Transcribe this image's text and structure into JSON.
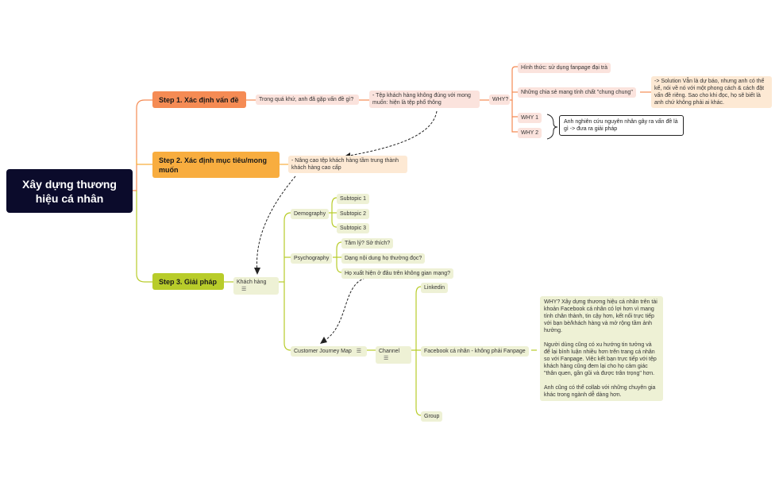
{
  "root": {
    "title": "Xây dựng thương hiệu cá nhân"
  },
  "step1": {
    "label": "Step 1. Xác định vấn đề",
    "question": "Trong quá khứ, anh đã gặp vấn đề gì?",
    "answer": "- Tệp khách hàng không đúng với mong muốn: hiện là tệp phổ thông",
    "why": "WHY?",
    "reasons": [
      "Hình thức: sử dụng fanpage đại trà",
      "Những chia sẻ mang tính chất \"chung chung\"",
      "WHY 1",
      "WHY 2"
    ],
    "solution": "-> Solution Vẫn là dự báo, nhưng anh có thể kể, nói về nó với một phong cách & cách đặt vấn đề riêng. Sao cho khi đọc, họ sẽ biết là anh chứ không phải ai khác.",
    "why_note": "Anh nghiên cứu nguyên nhân gây ra vấn đề là gì -> đưa ra giải pháp"
  },
  "step2": {
    "label": "Step 2. Xác định mục tiêu/mong muốn",
    "goal": "- Nâng cao tệp khách hàng tầm trung thành khách hàng cao cấp"
  },
  "step3": {
    "label": "Step 3. Giải pháp",
    "customer": "Khách hàng",
    "demography": "Demography",
    "subtopics": [
      "Subtopic 1",
      "Subtopic 2",
      "Subtopic 3"
    ],
    "psychography": "Psychography",
    "psy_items": [
      "Tâm lý? Sở thích?",
      "Dạng nội dung họ thường đọc?",
      "Họ xuất hiện ở đâu trên không gian mạng?"
    ],
    "journey": "Customer Journey Map",
    "channel": "Channel",
    "channels": [
      "Linkedin",
      "Facebook cá nhân - không phải Fanpage",
      "Group"
    ],
    "facebook_note": "WHY? Xây dựng thương hiệu cá nhân trên tài khoản Facebook cá nhân có lợi hơn vì mang tính chân thành, tin cậy hơn, kết nối trực tiếp với bạn bè/khách hàng và mở rộng tầm ảnh hưởng.\n\nNgười dùng cũng có xu hướng tin tưởng và để lại bình luận nhiều hơn trên trang cá nhân so với Fanpage. Việc kết bạn trực tiếp với tệp khách hàng cũng đem lại cho họ cảm giác \"thân quen, gần gũi và được trân trọng\" hơn.\n\nAnh cũng có thể collab với những chuyên gia khác trong ngành dễ dàng hơn."
  },
  "colors": {
    "step1": "#f58b54",
    "step2": "#f8ad3f",
    "step3": "#b8cc2a",
    "pink": "#fbe3dd",
    "peach": "#fde9d4",
    "green": "#eef1d5",
    "root": "#0b0b2b"
  }
}
